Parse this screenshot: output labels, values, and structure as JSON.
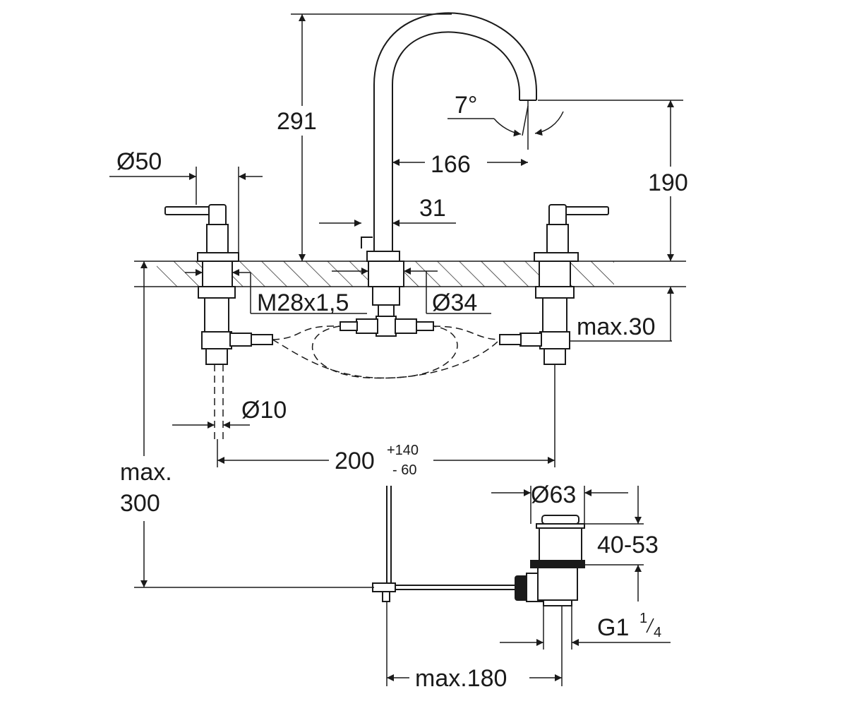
{
  "dimensions": {
    "height_total": "291",
    "angle": "7°",
    "spout_reach": "166",
    "outlet_height": "190",
    "handle_diameter": "Ø50",
    "spout_base": "31",
    "thread": "M28x1,5",
    "hole_diameter": "Ø34",
    "max_deck": "max.30",
    "hose_diameter": "Ø10",
    "spacing": "200",
    "spacing_tol_plus": "+140",
    "spacing_tol_minus": "- 60",
    "max_depth_line1": "max.",
    "max_depth_line2": "300",
    "drain_diameter": "Ø63",
    "drain_range": "40-53",
    "drain_thread": "G1",
    "drain_thread_frac_num": "1",
    "drain_thread_frac_den": "4",
    "drain_reach": "max.180"
  }
}
